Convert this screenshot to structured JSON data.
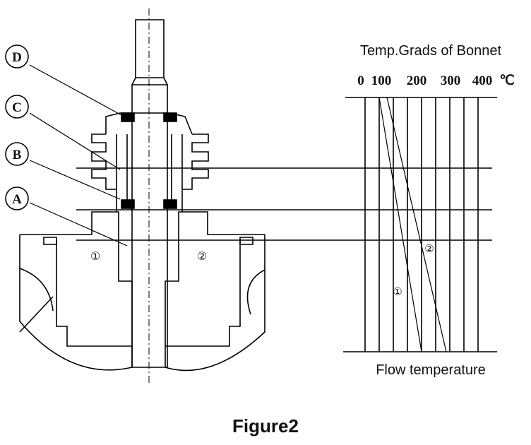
{
  "diagram": {
    "callouts": [
      {
        "id": "D",
        "text": "D"
      },
      {
        "id": "C",
        "text": "C"
      },
      {
        "id": "B",
        "text": "B"
      },
      {
        "id": "A",
        "text": "A"
      }
    ],
    "region_left": "①",
    "region_right": "②",
    "chart_title": "Temp.Grads of Bonnet",
    "scale_labels": [
      "0",
      "100",
      "200",
      "300",
      "400",
      "℃"
    ],
    "curve_label_1": "①",
    "curve_label_2": "②",
    "bottom_label": "Flow temperature",
    "figure_caption": "Figure2"
  }
}
